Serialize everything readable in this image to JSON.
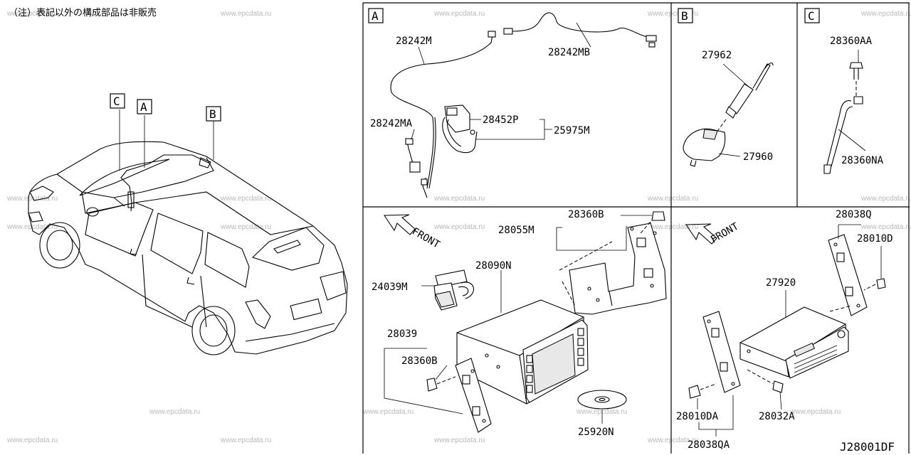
{
  "watermark": "www.epcdata.ru",
  "note": "（注）表記以外の構成部品は非販売",
  "diagram_code": "J28001DF",
  "sections": {
    "A": "A",
    "B": "B",
    "C": "C"
  },
  "front_label": "FRONT",
  "parts": {
    "p28242M": "28242M",
    "p28242MB": "28242MB",
    "p28242MA": "28242MA",
    "p28452P": "28452P",
    "p25975M": "25975M",
    "p27962": "27962",
    "p27960": "27960",
    "p28360AA": "28360AA",
    "p28360NA": "28360NA",
    "p28360B_top": "28360B",
    "p28055M": "28055M",
    "p28090N": "28090N",
    "p24039M": "24039M",
    "p28039": "28039",
    "p28360B_bot": "28360B",
    "p25920N": "25920N",
    "p28038Q": "28038Q",
    "p28010D": "28010D",
    "p27920": "27920",
    "p28010DA": "28010DA",
    "p28032A": "28032A",
    "p28038QA": "28038QA"
  }
}
